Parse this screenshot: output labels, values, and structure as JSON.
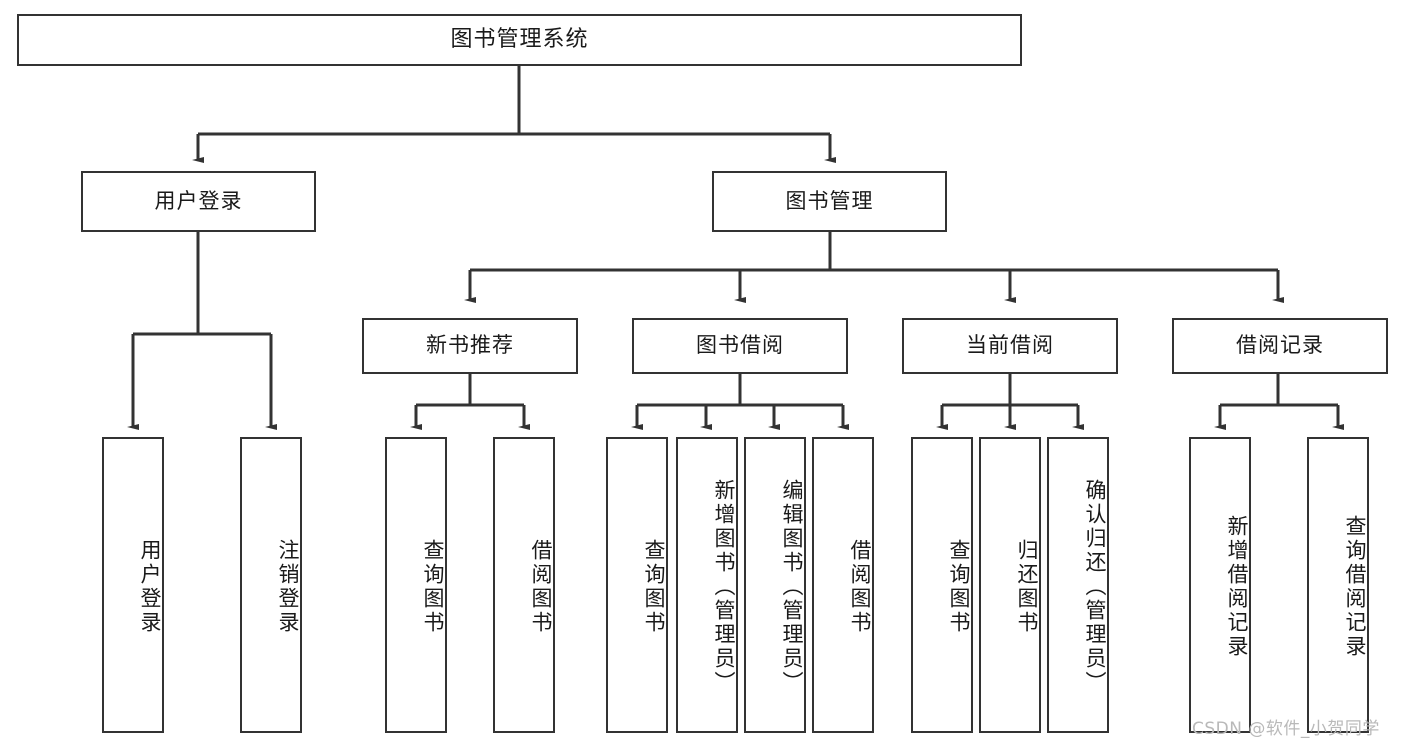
{
  "diagram": {
    "title": "图书管理系统",
    "type": "tree",
    "watermark": "CSDN @软件_小贺同学",
    "colors": {
      "box_border": "#333333",
      "box_fill": "#ffffff",
      "edge": "#333333",
      "text": "#1a1a1a",
      "watermark": "#b9b9b9"
    },
    "levels": {
      "root": [
        "图书管理系统"
      ],
      "level2": [
        "用户登录",
        "图书管理"
      ],
      "level3": [
        "新书推荐",
        "图书借阅",
        "当前借阅",
        "借阅记录"
      ],
      "leaves": [
        "用户登录",
        "注销登录",
        "查询图书",
        "借阅图书",
        "查询图书",
        "新增图书（管理员）",
        "编辑图书（管理员）",
        "借阅图书",
        "查询图书",
        "归还图书",
        "确认归还（管理员）",
        "新增借阅记录",
        "查询借阅记录"
      ]
    },
    "nodes": {
      "root": {
        "label": "图书管理系统"
      },
      "user_login": {
        "label": "用户登录"
      },
      "book_manage": {
        "label": "图书管理"
      },
      "new_book_rec": {
        "label": "新书推荐"
      },
      "book_borrow": {
        "label": "图书借阅"
      },
      "current_borrow": {
        "label": "当前借阅"
      },
      "borrow_record": {
        "label": "借阅记录"
      },
      "leaf_user_login": {
        "label": "用户登录"
      },
      "leaf_logout": {
        "label": "注销登录"
      },
      "leaf_query_book_1": {
        "label": "查询图书"
      },
      "leaf_borrow_book_1": {
        "label": "借阅图书"
      },
      "leaf_query_book_2": {
        "label": "查询图书"
      },
      "leaf_add_book": {
        "label": "新增图书（管理员）"
      },
      "leaf_edit_book": {
        "label": "编辑图书（管理员）"
      },
      "leaf_borrow_book_2": {
        "label": "借阅图书"
      },
      "leaf_query_book_3": {
        "label": "查询图书"
      },
      "leaf_return_book": {
        "label": "归还图书"
      },
      "leaf_confirm_return": {
        "label": "确认归还（管理员）"
      },
      "leaf_add_record": {
        "label": "新增借阅记录"
      },
      "leaf_query_record": {
        "label": "查询借阅记录"
      }
    },
    "edges": [
      {
        "from": "root",
        "to": "user_login"
      },
      {
        "from": "root",
        "to": "book_manage"
      },
      {
        "from": "user_login",
        "to": "leaf_user_login"
      },
      {
        "from": "user_login",
        "to": "leaf_logout"
      },
      {
        "from": "book_manage",
        "to": "new_book_rec"
      },
      {
        "from": "book_manage",
        "to": "book_borrow"
      },
      {
        "from": "book_manage",
        "to": "current_borrow"
      },
      {
        "from": "book_manage",
        "to": "borrow_record"
      },
      {
        "from": "new_book_rec",
        "to": "leaf_query_book_1"
      },
      {
        "from": "new_book_rec",
        "to": "leaf_borrow_book_1"
      },
      {
        "from": "book_borrow",
        "to": "leaf_query_book_2"
      },
      {
        "from": "book_borrow",
        "to": "leaf_add_book"
      },
      {
        "from": "book_borrow",
        "to": "leaf_edit_book"
      },
      {
        "from": "book_borrow",
        "to": "leaf_borrow_book_2"
      },
      {
        "from": "current_borrow",
        "to": "leaf_query_book_3"
      },
      {
        "from": "current_borrow",
        "to": "leaf_return_book"
      },
      {
        "from": "current_borrow",
        "to": "leaf_confirm_return"
      },
      {
        "from": "borrow_record",
        "to": "leaf_add_record"
      },
      {
        "from": "borrow_record",
        "to": "leaf_query_record"
      }
    ]
  }
}
